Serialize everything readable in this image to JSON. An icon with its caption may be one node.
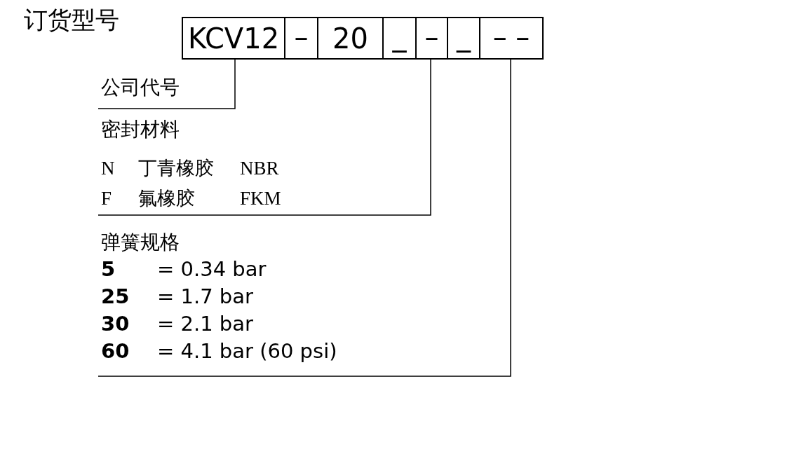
{
  "diagram": {
    "title": "订货型号",
    "nodes": [
      {
        "text": [
          "KCV12"
        ]
      },
      {
        "text": [
          "–"
        ]
      },
      {
        "text": [
          "20"
        ]
      },
      {
        "text": [
          "_"
        ]
      },
      {
        "text": [
          "–"
        ]
      },
      {
        "text": [
          "_"
        ]
      },
      {
        "text": [
          "– –"
        ]
      },
      {
        "text": [
          "公司代号"
        ]
      },
      {
        "text": [
          "密封材料",
          "N 丁青橡胶 NBR",
          "F 氟橡胶 FKM"
        ]
      },
      {
        "text": [
          "弹簧规格",
          "**5** = 0.34 bar",
          "**25** = 1.7 bar",
          "**30** = 2.1 bar",
          "**60** = 4.1 bar (60 psi)"
        ]
      }
    ],
    "edges": [
      {
        "from": 0,
        "to": 7,
        "arrow": "none"
      },
      {
        "from": 4,
        "to": 8,
        "arrow": "none"
      },
      {
        "from": 6,
        "to": 9,
        "arrow": "none"
      }
    ]
  }
}
